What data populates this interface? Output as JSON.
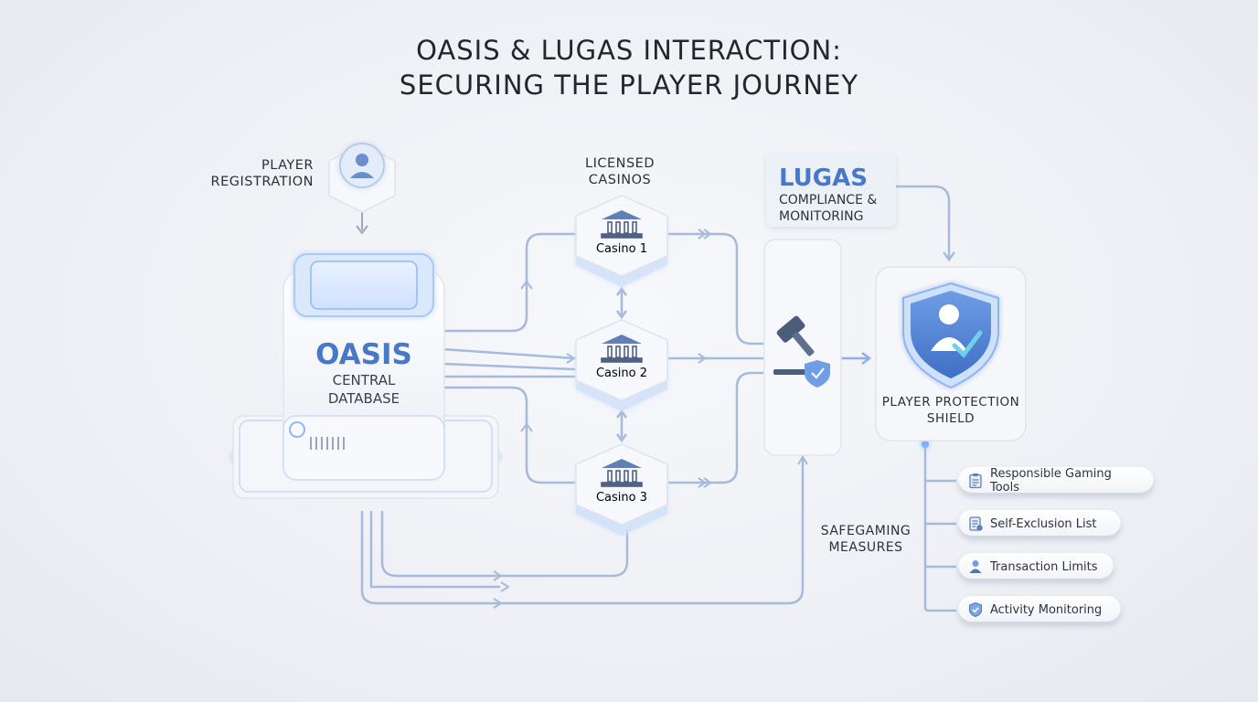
{
  "title": {
    "line1": "OASIS & LUGAS INTERACTION:",
    "line2": "SECURING THE PLAYER JOURNEY"
  },
  "registration": {
    "line1": "PLAYER",
    "line2": "REGISTRATION",
    "icon": "user-icon"
  },
  "casinos_label": {
    "line1": "LICENSED",
    "line2": "CASINOS"
  },
  "casinos": [
    {
      "name": "Casino 1",
      "icon": "bank-icon"
    },
    {
      "name": "Casino 2",
      "icon": "bank-icon"
    },
    {
      "name": "Casino 3",
      "icon": "bank-icon"
    }
  ],
  "oasis": {
    "name": "OASIS",
    "line1": "CENTRAL",
    "line2": "DATABASE"
  },
  "lugas": {
    "name": "LUGAS",
    "line1": "COMPLIANCE &",
    "line2": "MONITORING",
    "icon": "gavel-shield-icon"
  },
  "shield": {
    "line1": "PLAYER PROTECTION",
    "line2": "SHIELD",
    "icon": "shield-user-check-icon"
  },
  "safegaming": {
    "line1": "SAFEGAMING",
    "line2": "MEASURES"
  },
  "measures": [
    {
      "label": "Responsible Gaming Tools",
      "icon": "clipboard-icon"
    },
    {
      "label": "Self-Exclusion List",
      "icon": "document-icon"
    },
    {
      "label": "Transaction Limits",
      "icon": "person-icon"
    },
    {
      "label": "Activity Monitoring",
      "icon": "shield-check-icon"
    }
  ],
  "colors": {
    "accent": "#4a78c8",
    "accent_light": "#9db6e0",
    "glow": "#7fb0ff",
    "card": "#f6f7fa"
  }
}
